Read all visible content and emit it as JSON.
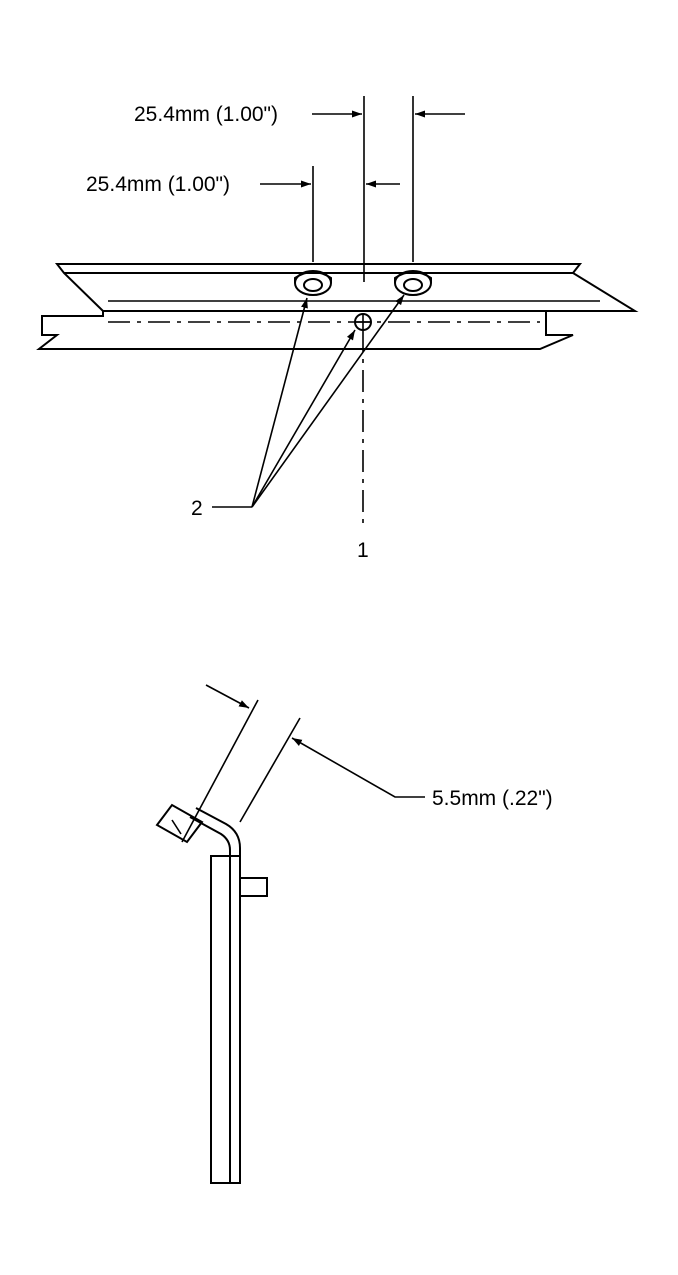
{
  "top_view": {
    "dimension_upper": "25.4mm (1.00\")",
    "dimension_lower": "25.4mm (1.00\")",
    "callout_1": "1",
    "callout_2": "2"
  },
  "side_view": {
    "dimension": "5.5mm (.22\")"
  },
  "colors": {
    "line": "#000000",
    "background": "#ffffff"
  }
}
